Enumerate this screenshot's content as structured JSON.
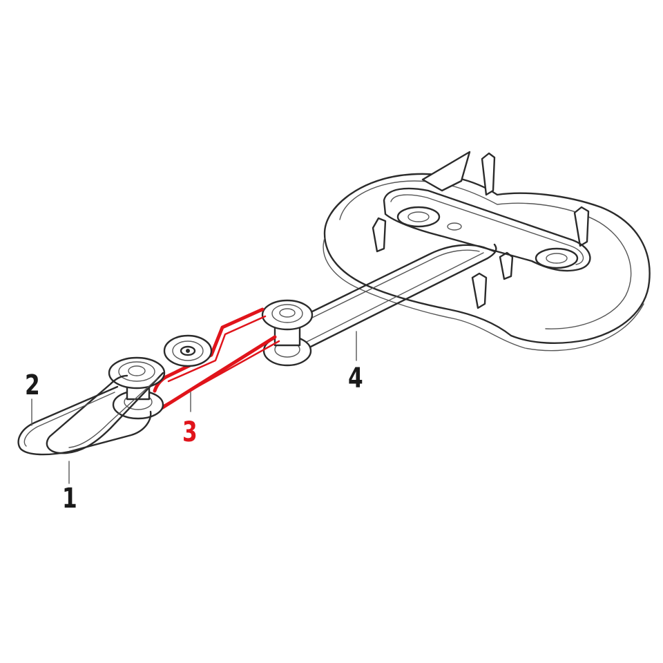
{
  "callouts": [
    {
      "id": "1",
      "label": "1"
    },
    {
      "id": "2",
      "label": "2"
    },
    {
      "id": "3",
      "label": "3"
    },
    {
      "id": "4",
      "label": "4"
    }
  ],
  "colors": {
    "line": "#2b2b2b",
    "highlight": "#e0141b",
    "background": "#ffffff"
  }
}
